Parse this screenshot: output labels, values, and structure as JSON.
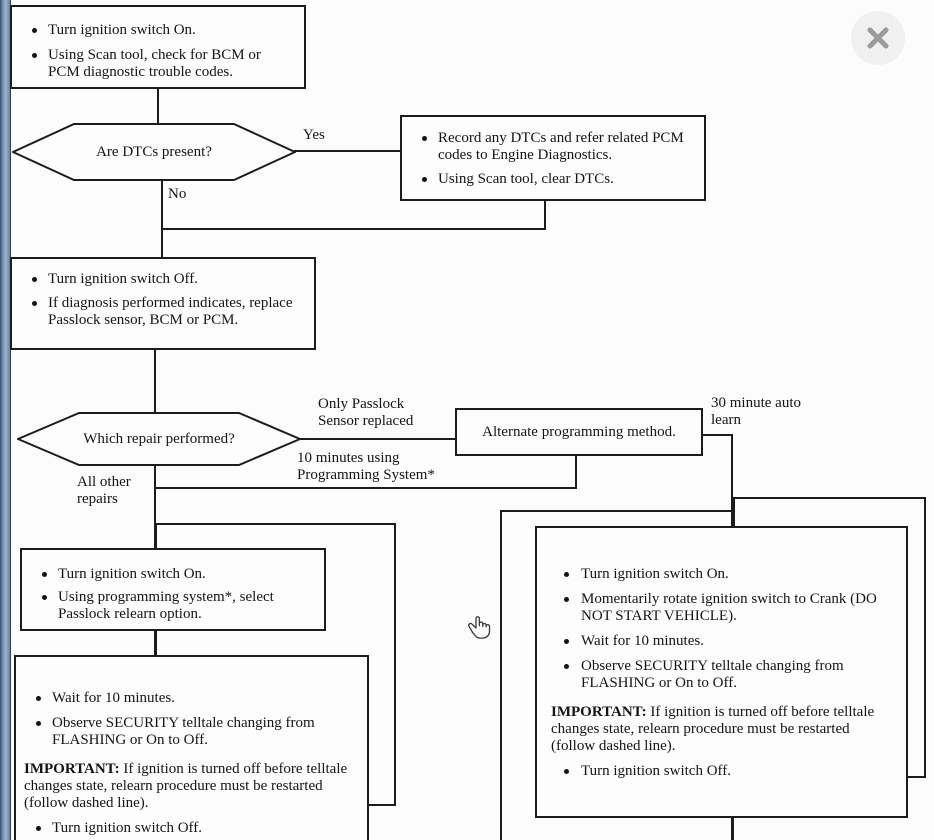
{
  "window": {
    "close_icon": "close-icon"
  },
  "cursor": {
    "icon": "hand-pointer-icon"
  },
  "colors": {
    "paper": "#fcfcfc",
    "line": "#1c1c1c",
    "left_bar": "#7694b4",
    "close_bg": "#f0f0f0",
    "close_glyph": "#9b9b9b"
  },
  "flowchart": {
    "step_check": {
      "bullets": [
        "Turn ignition switch On.",
        "Using Scan tool, check for BCM or PCM diagnostic trouble codes."
      ]
    },
    "decision_dtcs": {
      "question": "Are DTCs present?",
      "yes": "Yes",
      "no": "No"
    },
    "step_record": {
      "bullets": [
        "Record any DTCs and refer related PCM codes to Engine Diagnostics.",
        "Using Scan tool, clear DTCs."
      ]
    },
    "step_repair": {
      "bullets": [
        "Turn ignition switch Off.",
        "If diagnosis performed indicates, replace Passlock sensor, BCM or PCM."
      ]
    },
    "decision_repair": {
      "question": "Which repair performed?",
      "branch_sensor": "Only Passlock Sensor replaced",
      "branch_program": "10 minutes using Programming System*",
      "branch_other": "All other repairs"
    },
    "step_alternate": {
      "label": "Alternate programming method.",
      "note_auto_learn": "30 minute auto learn"
    },
    "step_relearn": {
      "bullets": [
        "Turn ignition switch On.",
        "Using programming system*, select Passlock relearn option."
      ]
    },
    "step_wait_left": {
      "bullets_top": [
        "Wait for 10 minutes.",
        "Observe SECURITY telltale changing from FLASHING or On to Off."
      ],
      "important_label": "IMPORTANT:",
      "important_text": " If ignition is turned off before telltale changes state, relearn procedure must be restarted (follow dashed line).",
      "bullets_bottom": [
        "Turn ignition switch Off."
      ]
    },
    "step_crank_right": {
      "bullets_top": [
        "Turn ignition switch On.",
        "Momentarily rotate ignition switch to Crank (DO NOT START VEHICLE).",
        "Wait for 10 minutes.",
        "Observe SECURITY telltale changing from FLASHING or On to Off."
      ],
      "important_label": "IMPORTANT:",
      "important_text": " If ignition is turned off before telltale changes state, relearn procedure must be restarted (follow dashed line).",
      "bullets_bottom": [
        "Turn ignition switch Off."
      ]
    }
  }
}
